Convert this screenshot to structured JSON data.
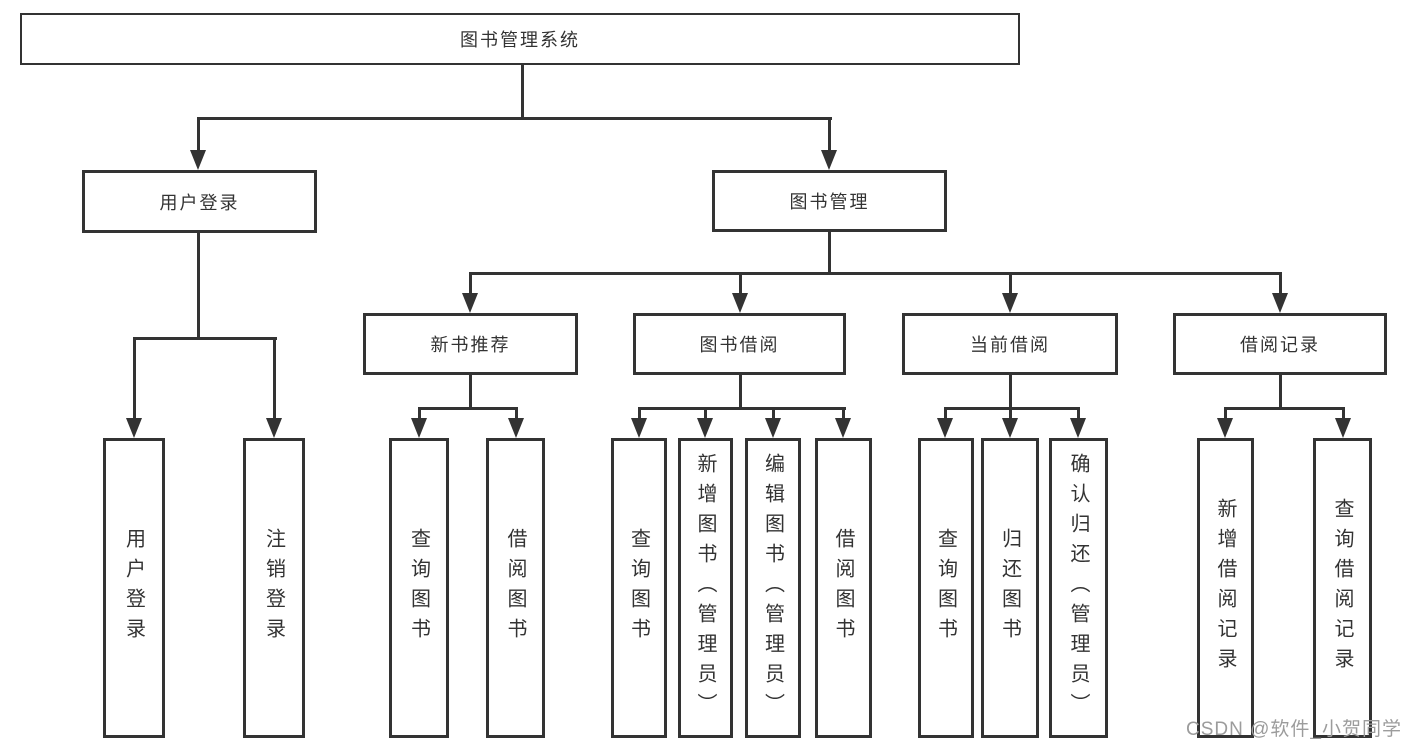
{
  "tree": {
    "root": "图书管理系统",
    "level2": [
      "用户登录",
      "图书管理"
    ],
    "level3": [
      "新书推荐",
      "图书借阅",
      "当前借阅",
      "借阅记录"
    ],
    "leaves": [
      "用户登录",
      "注销登录",
      "查询图书",
      "借阅图书",
      "查询图书",
      "新增图书（管理员）",
      "编辑图书（管理员）",
      "借阅图书",
      "查询图书",
      "归还图书",
      "确认归还（管理员）",
      "新增借阅记录",
      "查询借阅记录"
    ]
  },
  "watermark": "CSDN @软件_小贺同学",
  "colors": {
    "line": "#333333",
    "text": "#333333",
    "watermark": "#9c9c9c",
    "background": "#ffffff"
  }
}
